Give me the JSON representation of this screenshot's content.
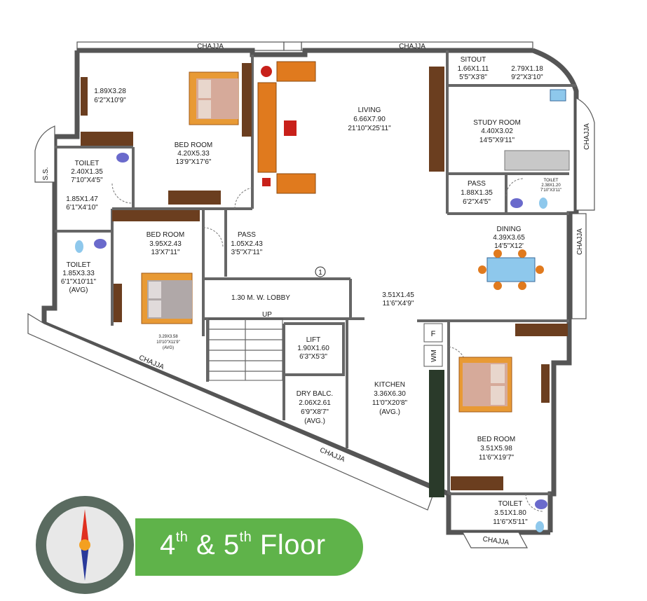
{
  "rooms": [
    {
      "id": "bed1",
      "name": "BED ROOM",
      "metric": "4.20X5.33",
      "imperial": "13'9\"X17'6\""
    },
    {
      "id": "bay1",
      "name": "",
      "metric": "1.89X3.28",
      "imperial": "6'2\"X10'9\""
    },
    {
      "id": "toilet1",
      "name": "TOILET",
      "metric": "2.40X1.35",
      "imperial": "7'10\"X4'5\""
    },
    {
      "id": "pass1",
      "name": "",
      "metric": "1.85X1.47",
      "imperial": "6'1\"X4'10\""
    },
    {
      "id": "living",
      "name": "LIVING",
      "metric": "6.66X7.90",
      "imperial": "21'10\"X25'11\""
    },
    {
      "id": "sitout",
      "name": "SITOUT",
      "metric": "1.66X1.11",
      "imperial": "5'5\"X3'8\""
    },
    {
      "id": "sitout2",
      "name": "",
      "metric": "2.79X1.18",
      "imperial": "9'2\"X3'10\""
    },
    {
      "id": "study",
      "name": "STUDY ROOM",
      "metric": "4.40X3.02",
      "imperial": "14'5\"X9'11\""
    },
    {
      "id": "pass2",
      "name": "PASS",
      "metric": "1.88X1.35",
      "imperial": "6'2\"X4'5\""
    },
    {
      "id": "toilet2",
      "name": "TOILET",
      "metric": "2.38X1.20",
      "imperial": "7'10\"X3'11\""
    },
    {
      "id": "bed2",
      "name": "BED ROOM",
      "metric": "3.95X2.43",
      "imperial": "13'X7'11\""
    },
    {
      "id": "pass3",
      "name": "PASS",
      "metric": "1.05X2.43",
      "imperial": "3'5\"X7'11\""
    },
    {
      "id": "toilet3",
      "name": "TOILET",
      "metric": "1.85X3.33",
      "imperial": "6'1\"X10'11\"",
      "note": "(AVG)"
    },
    {
      "id": "bay2",
      "name": "",
      "metric": "3.29X3.58",
      "imperial": "10'10\"X11'9\"",
      "note": "(AVG)"
    },
    {
      "id": "dining",
      "name": "DINING",
      "metric": "4.39X3.65",
      "imperial": "14'5\"X12'"
    },
    {
      "id": "lobby",
      "name": "1.30 M. W. LOBBY"
    },
    {
      "id": "hall",
      "name": "",
      "metric": "3.51X1.45",
      "imperial": "11'6\"X4'9\""
    },
    {
      "id": "lift",
      "name": "LIFT",
      "metric": "1.90X1.60",
      "imperial": "6'3\"X5'3\""
    },
    {
      "id": "drybalc",
      "name": "DRY BALC.",
      "metric": "2.06X2.61",
      "imperial": "6'9\"X8'7\"",
      "note": "(AVG.)"
    },
    {
      "id": "kitchen",
      "name": "KITCHEN",
      "metric": "3.36X6.30",
      "imperial": "11'0\"X20'8\"",
      "note": "(AVG.)"
    },
    {
      "id": "bed3",
      "name": "BED ROOM",
      "metric": "3.51X5.98",
      "imperial": "11'6\"X19'7\""
    },
    {
      "id": "toilet4",
      "name": "TOILET",
      "metric": "3.51X1.80",
      "imperial": "11'6\"X5'11\""
    }
  ],
  "labels": {
    "chajja": "CHAJJA",
    "ss": "S.S.",
    "up": "UP",
    "stair_number": "1",
    "fridge": "F",
    "washing_machine": "WM"
  },
  "banner": {
    "n1": "4",
    "sup1": "th",
    "mid": " & ",
    "n2": "5",
    "sup2": "th",
    "tail": " Floor"
  },
  "colors": {
    "banner": "#5fb34a",
    "wall": "#555555",
    "bed_frame": "#e08a2a",
    "sofa": "#e07a1e",
    "table": "#8ec8ec",
    "wardrobe": "#6b3e1f",
    "compass_ring": "#5a6b60",
    "compass_needle_north": "#e03020",
    "compass_needle_south": "#2a3a9a"
  }
}
